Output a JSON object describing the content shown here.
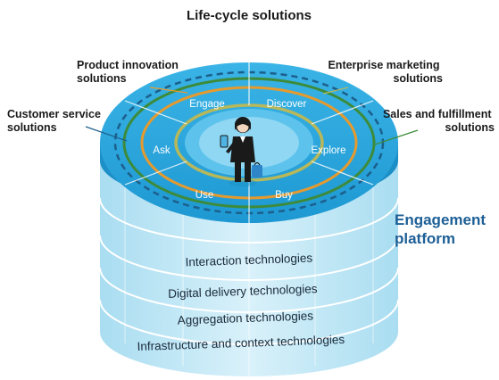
{
  "title": "Life-cycle solutions",
  "callouts": {
    "product_innovation": [
      "Product innovation",
      "solutions"
    ],
    "enterprise_marketing": [
      "Enterprise marketing",
      "solutions"
    ],
    "customer_service": [
      "Customer service",
      "solutions"
    ],
    "sales_fulfillment": [
      "Sales and fulfillment",
      "solutions"
    ]
  },
  "stages": [
    "Engage",
    "Discover",
    "Ask",
    "Explore",
    "Use",
    "Buy"
  ],
  "platform_label": [
    "Engagement",
    "platform"
  ],
  "layers": [
    "Interaction technologies",
    "Digital delivery technologies",
    "Aggregation technologies",
    "Infrastructure and context technologies"
  ],
  "colors": {
    "top_face": "#2eaadf",
    "top_edge": "#1c8fc6",
    "side_layer": "#bfe7f6",
    "layer_line": "#ffffff",
    "ring_orange": "#e59a2e",
    "ring_olive": "#b8b85a",
    "ring_green": "#3d8b3a",
    "ring_dashed": "#1c5f8c",
    "accent_blue": "#1d5f96"
  }
}
